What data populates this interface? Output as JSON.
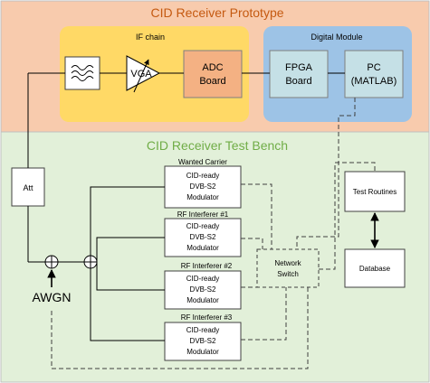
{
  "prototype": {
    "title": "CID Receiver Prototype",
    "if_chain_label": "IF chain",
    "digital_module_label": "Digital Module"
  },
  "blocks": {
    "vga": "VGA",
    "adc": [
      "ADC",
      "Board"
    ],
    "fpga": [
      "FPGA",
      "Board"
    ],
    "pc": [
      "PC",
      "(MATLAB)"
    ]
  },
  "testbench": {
    "title": "CID Receiver Test Bench",
    "att": "Att",
    "awgn": "AWGN",
    "test_routines": "Test Routines",
    "database": "Database",
    "network_switch": [
      "Network",
      "Switch"
    ],
    "modulators": [
      {
        "caption": "Wanted Carrier",
        "lines": [
          "CID-ready",
          "DVB-S2",
          "Modulator"
        ]
      },
      {
        "caption": "RF Interferer #1",
        "lines": [
          "CID-ready",
          "DVB-S2",
          "Modulator"
        ]
      },
      {
        "caption": "RF Interferer #2",
        "lines": [
          "CID-ready",
          "DVB-S2",
          "Modulator"
        ]
      },
      {
        "caption": "RF Interferer #3",
        "lines": [
          "CID-ready",
          "DVB-S2",
          "Modulator"
        ]
      }
    ]
  },
  "colors": {
    "prototype_bg": "#f8cbad",
    "if_chain_bg": "#ffd966",
    "digital_bg": "#9dc3e6",
    "block_orange": "#f4b183",
    "block_teal": "#c5e0e6",
    "testbench_bg": "#e2f0d9",
    "title_prototype": "#c55a11",
    "title_testbench": "#70ad47"
  }
}
